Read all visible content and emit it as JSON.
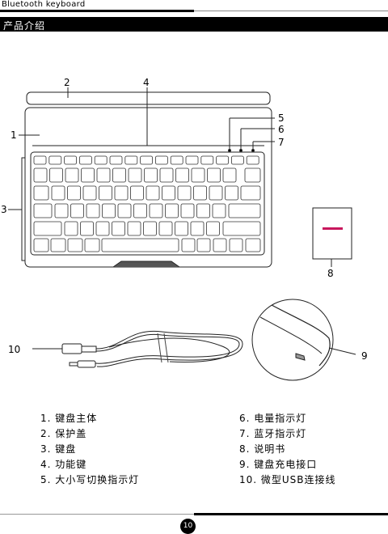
{
  "header": {
    "title": "Bluetooth keyboard"
  },
  "section": {
    "title": "产品介绍"
  },
  "callouts": {
    "c1": "1",
    "c2": "2",
    "c3": "3",
    "c4": "4",
    "c5": "5",
    "c6": "6",
    "c7": "7",
    "c8": "8",
    "c9": "9",
    "c10": "10"
  },
  "legend": {
    "left": [
      "1. 键盘主体",
      "2. 保护盖",
      "3. 键盘",
      "4. 功能键",
      "5. 大小写切换指示灯"
    ],
    "right": [
      "6. 电量指示灯",
      "7. 蓝牙指示灯",
      "8. 说明书",
      "9. 键盘充电接口",
      "10. 微型USB连接线"
    ]
  },
  "footer": {
    "page": "10"
  },
  "colors": {
    "accent": "#c8175d"
  }
}
